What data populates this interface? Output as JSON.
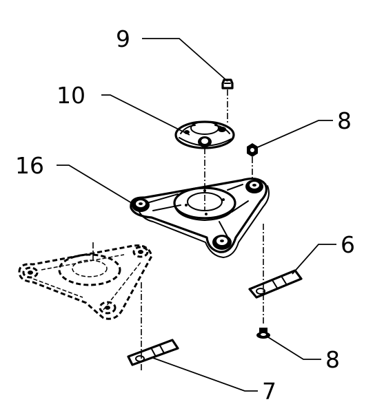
{
  "callouts": {
    "part_9": "9",
    "part_10": "10",
    "part_8_top": "8",
    "part_16": "16",
    "part_6": "6",
    "part_8_bottom": "8",
    "part_7": "7"
  }
}
